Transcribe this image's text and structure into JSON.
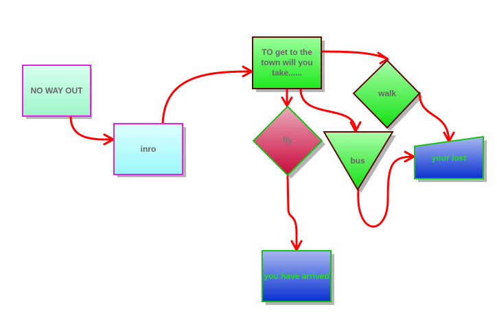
{
  "diagram": {
    "type": "flowchart",
    "nodes": [
      {
        "id": "no_way_out",
        "label": "NO WAY OUT",
        "shape": "rectangle",
        "fill_top": "#d8fff0",
        "fill_bottom": "#9ef5c8",
        "border": "#e81ee8",
        "text_color": "#666666"
      },
      {
        "id": "inro",
        "label": "inro",
        "shape": "rectangle",
        "fill_top": "#dcffff",
        "fill_bottom": "#9cf8f8",
        "border": "#e81ee8",
        "text_color": "#666666"
      },
      {
        "id": "question",
        "label_lines": [
          "TO get to the",
          "town will you",
          "take......"
        ],
        "shape": "rectangle",
        "fill_top": "#9cff9c",
        "fill_bottom": "#1ee81e",
        "border": "#5c0a0a",
        "text_color": "#666666"
      },
      {
        "id": "fly",
        "label": "fly",
        "shape": "diamond",
        "fill_top": "#ecaabb",
        "fill_bottom": "#c8083a",
        "border": "#18c018",
        "text_color": "#777777"
      },
      {
        "id": "bus",
        "label": "bus",
        "shape": "triangle-down",
        "fill_top": "#aaffaa",
        "fill_bottom": "#10e010",
        "border": "#5c0a0a",
        "text_color": "#666666"
      },
      {
        "id": "walk",
        "label": "walk",
        "shape": "diamond",
        "fill_top": "#aaffaa",
        "fill_bottom": "#10e010",
        "border": "#5c0a0a",
        "text_color": "#666666"
      },
      {
        "id": "your_lost",
        "label": "your lost",
        "shape": "manual-input",
        "fill_top": "#a8b8f0",
        "fill_bottom": "#0a30d0",
        "border": "#18c018",
        "text_color": "#22dd22"
      },
      {
        "id": "arrived",
        "label": "you have arrived",
        "shape": "rectangle",
        "fill_top": "#a8b8f0",
        "fill_bottom": "#0a30d0",
        "border": "#18c018",
        "text_color": "#22dd22"
      }
    ],
    "edges": [
      {
        "from": "no_way_out",
        "to": "inro"
      },
      {
        "from": "inro",
        "to": "question"
      },
      {
        "from": "question",
        "to": "walk"
      },
      {
        "from": "question",
        "to": "fly"
      },
      {
        "from": "question",
        "to": "bus"
      },
      {
        "from": "walk",
        "to": "your_lost"
      },
      {
        "from": "bus",
        "to": "your_lost"
      },
      {
        "from": "fly",
        "to": "arrived"
      }
    ],
    "edge_color": "#ff0000",
    "shadow_color": "#b4b4b4"
  }
}
